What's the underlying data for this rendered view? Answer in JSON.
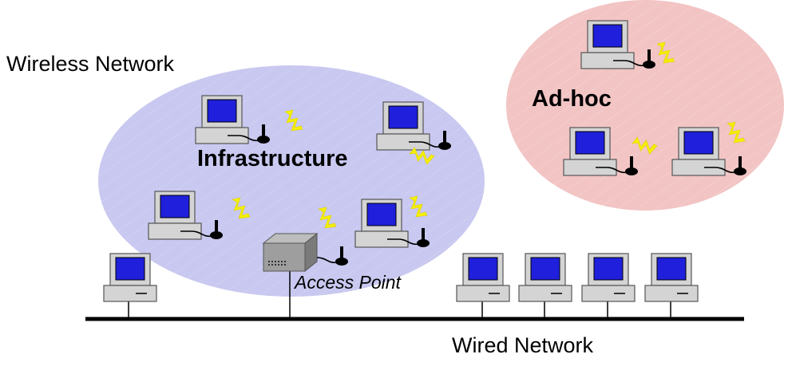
{
  "labels": {
    "wireless_network": "Wireless Network",
    "infrastructure": "Infrastructure",
    "adhoc": "Ad-hoc",
    "access_point": "Access Point",
    "wired_network": "Wired Network"
  },
  "colors": {
    "infrastructure_zone": "#c8c8f0",
    "adhoc_zone": "#f2c4c4",
    "monitor_screen": "#1f1fdc",
    "computer_body": "#d4d4d4",
    "radio_wave": "#f5f000",
    "wire": "#000000"
  },
  "icons": {
    "computer": "computer-icon",
    "antenna": "antenna-icon",
    "radio_wave": "radio-wave-icon",
    "access_point": "access-point-icon"
  }
}
